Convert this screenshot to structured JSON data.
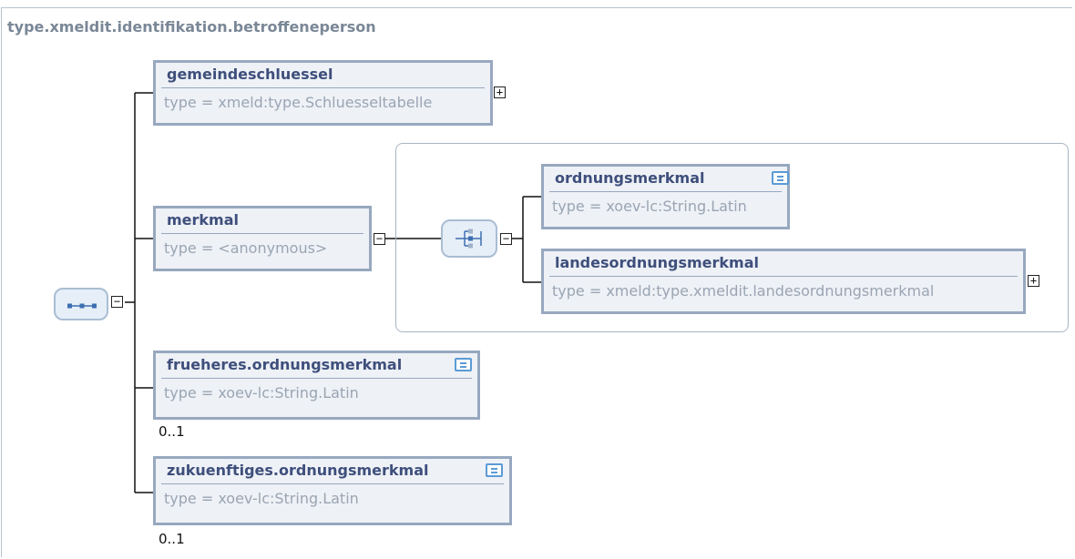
{
  "diagram": {
    "title": "type.xmeldit.identifikation.betroffeneperson"
  },
  "elements": {
    "gemeindeschluessel": {
      "name": "gemeindeschluessel",
      "type": "type = xmeld:type.Schluesseltabelle"
    },
    "merkmal": {
      "name": "merkmal",
      "type": "type = <anonymous>"
    },
    "ordnungsmerkmal": {
      "name": "ordnungsmerkmal",
      "type": "type = xoev-lc:String.Latin"
    },
    "landesordnungsmerkmal": {
      "name": "landesordnungsmerkmal",
      "type": "type = xmeld:type.xmeldit.landesordnungsmerkmal"
    },
    "frueheres": {
      "name": "frueheres.ordnungsmerkmal",
      "type": "type = xoev-lc:String.Latin",
      "occurs": "0..1"
    },
    "zukuenftiges": {
      "name": "zukuenftiges.ordnungsmerkmal",
      "type": "type = xoev-lc:String.Latin",
      "occurs": "0..1"
    }
  },
  "toggles": {
    "expand": "+",
    "collapse": "−"
  },
  "icons": {
    "sequence": "sequence-compositor-icon",
    "choice": "choice-compositor-icon",
    "documentation": "documentation-icon"
  },
  "colors": {
    "element_border": "#97a8bf",
    "element_fill": "#eef1f6",
    "name_text": "#3e4f7c",
    "type_text": "#9aa5b3",
    "doc_icon": "#5b9bd6"
  }
}
